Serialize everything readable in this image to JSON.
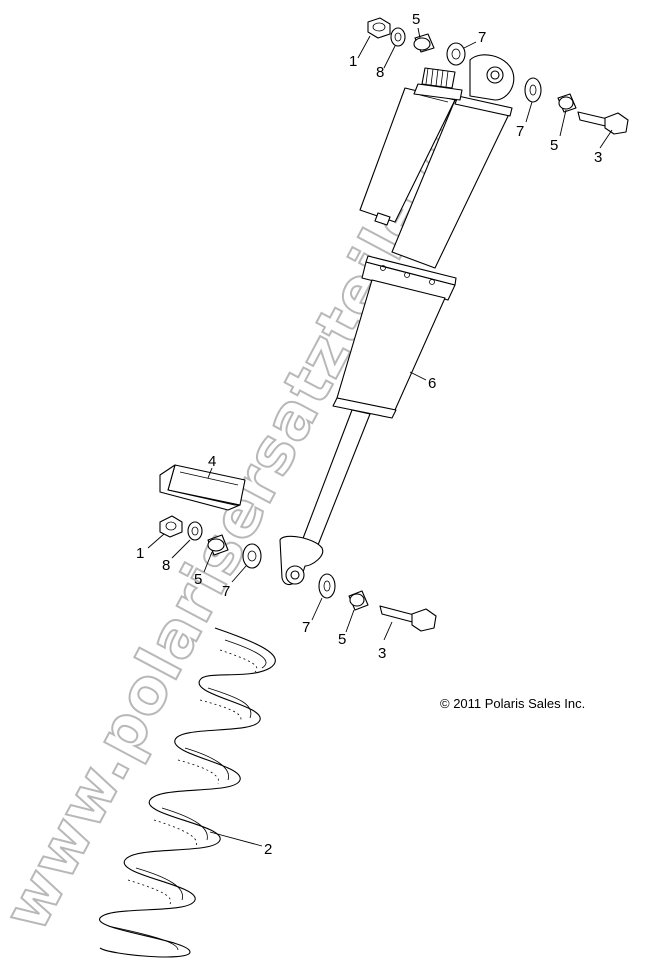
{
  "diagram": {
    "copyright": "© 2011 Polaris Sales Inc.",
    "watermark": "www.polarisersatzteile.de",
    "callouts": {
      "c1_top": "1",
      "c8_top": "8",
      "c5_top": "5",
      "c7_top": "7",
      "c7_right": "7",
      "c5_right": "5",
      "c3_right": "3",
      "c6": "6",
      "c4": "4",
      "c1_bottom": "1",
      "c8_bottom": "8",
      "c5_bottom": "5",
      "c7_bottom_left": "7",
      "c7_bottom_mid": "7",
      "c5_bottom_mid": "5",
      "c3_bottom": "3",
      "c2": "2"
    }
  }
}
